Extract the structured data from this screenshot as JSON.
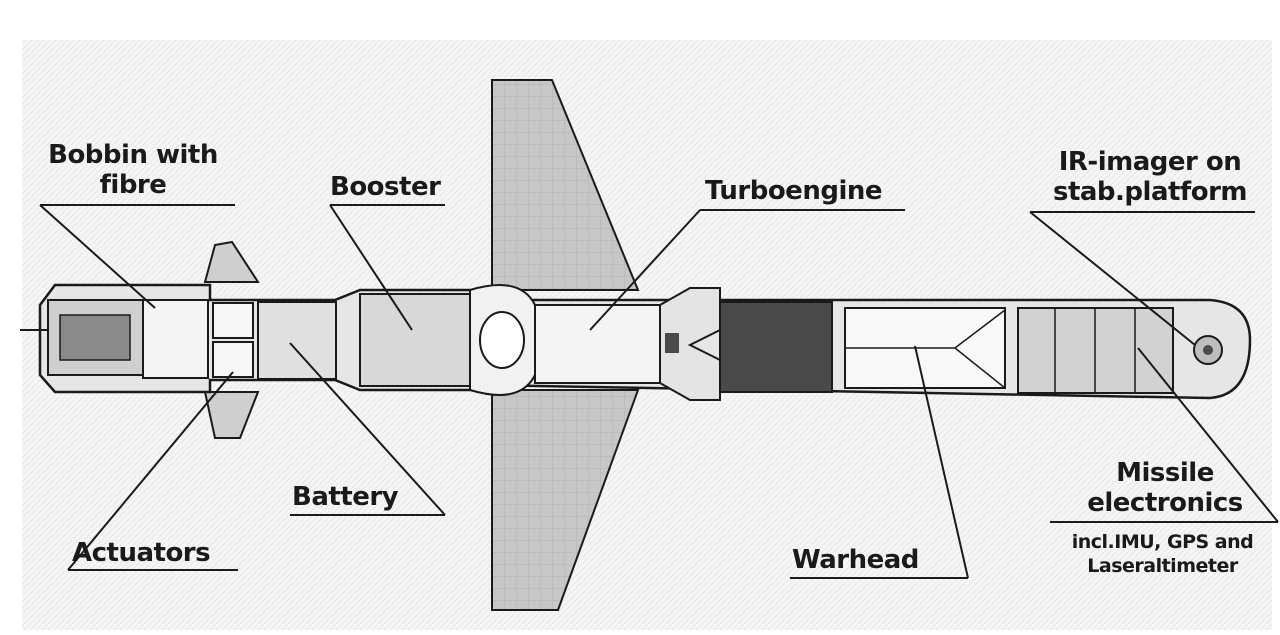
{
  "diagram": {
    "labels": {
      "bobbin": {
        "line1": "Bobbin with",
        "line2": "fibre"
      },
      "booster": "Booster",
      "turboengine": "Turboengine",
      "ir_imager": {
        "line1": "IR-imager on",
        "line2": "stab.platform"
      },
      "battery": "Battery",
      "actuators": "Actuators",
      "warhead": "Warhead",
      "missile_electronics": {
        "line1": "Missile",
        "line2": "electronics",
        "line3": "incl.IMU, GPS and",
        "line4": "Laseraltimeter"
      }
    },
    "colors": {
      "ink": "#1a1a1a",
      "background_shade": "#f1f1f1",
      "fin_fill": "#c9c9c9",
      "body_fill": "#e6e6e6",
      "dark_section": "#4a4a4a"
    }
  }
}
